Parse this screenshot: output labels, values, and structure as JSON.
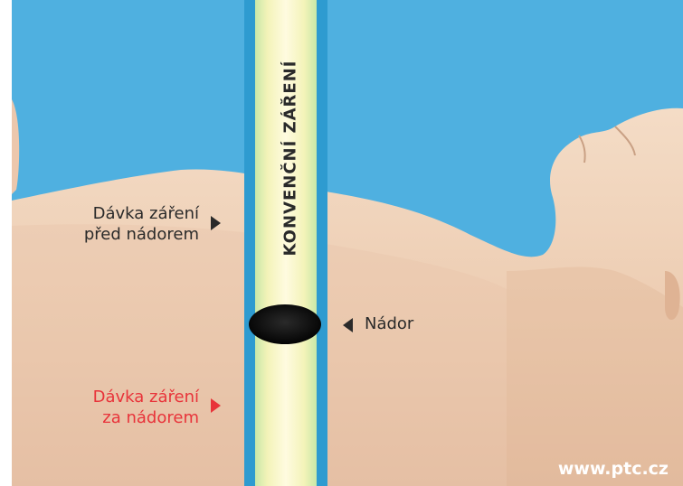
{
  "labels": {
    "beam": "KONVENČNÍ ZÁŘENÍ",
    "dose_before_line1": "Dávka záření",
    "dose_before_line2": "před nádorem",
    "dose_after_line1": "Dávka záření",
    "dose_after_line2": "za nádorem",
    "tumor": "Nádor",
    "watermark": "www.ptc.cz"
  },
  "icons": {
    "pointer_right": "triangle-right",
    "pointer_left": "triangle-left"
  },
  "colors": {
    "background_sky": "#4fb0e0",
    "skin": "#efd0b4",
    "beam_frame": "#2e9bd0",
    "beam_glow": "#fff8c4",
    "tumor": "#0a0a0a",
    "label_text": "#2a2a2a",
    "after_label": "#e8333a",
    "watermark": "#ffffff"
  }
}
